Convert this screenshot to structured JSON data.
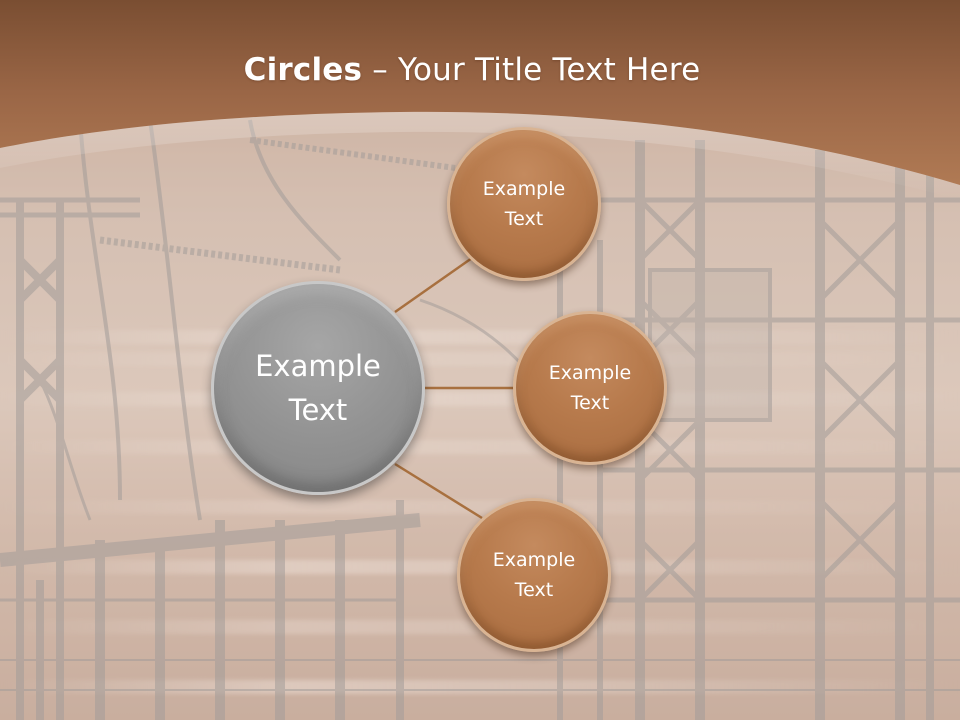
{
  "title": {
    "bold": "Circles",
    "rest": " – Your Title Text Here"
  },
  "center_circle": {
    "line1": "Example",
    "line2": "Text"
  },
  "satellites": [
    {
      "line1": "Example",
      "line2": "Text"
    },
    {
      "line1": "Example",
      "line2": "Text"
    },
    {
      "line1": "Example",
      "line2": "Text"
    }
  ],
  "colors": {
    "header_brown": "#8a5a3a",
    "circle_brown": "#b77a4c",
    "center_grey": "#939393",
    "connector": "#a8703f"
  }
}
